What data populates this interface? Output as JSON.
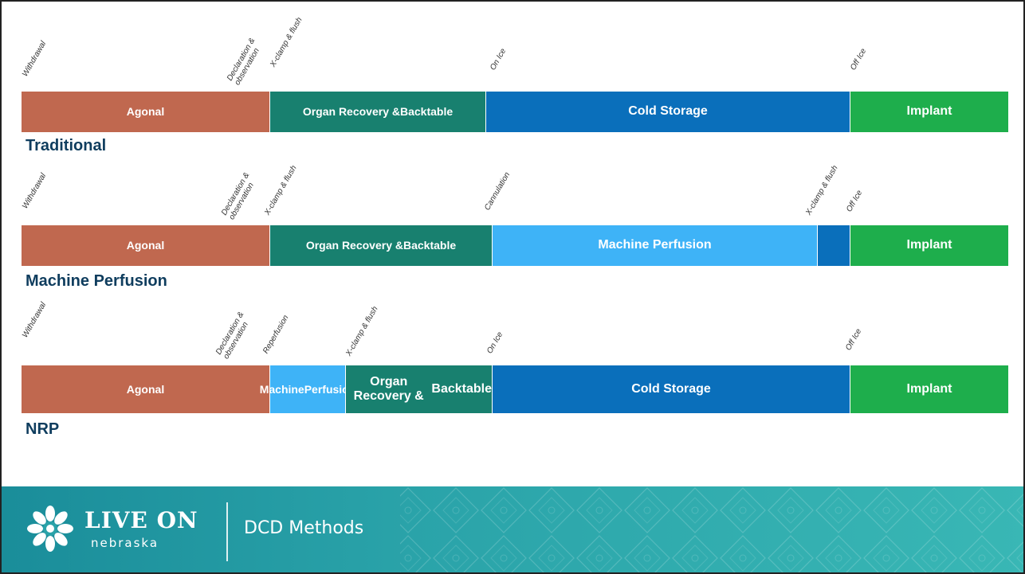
{
  "colors": {
    "agonal": "#c0684f",
    "organ_recovery": "#18806f",
    "cold_storage": "#0a6fbb",
    "machine_perfusion": "#3eb3f7",
    "implant": "#1eae4c",
    "row_label": "#0f3d5e",
    "footer": "#2aa3a9"
  },
  "rows": [
    {
      "label": "Traditional",
      "markers": [
        "Withdrawal",
        "Declaration &\nobservation",
        "X-clamp & flush",
        "On Ice",
        "Off Ice"
      ],
      "segments": [
        {
          "label": "Agonal",
          "color": "agonal"
        },
        {
          "label": "Organ Recovery &\nBacktable",
          "color": "organ_recovery"
        },
        {
          "label": "Cold Storage",
          "color": "cold_storage"
        },
        {
          "label": "Implant",
          "color": "implant"
        }
      ]
    },
    {
      "label": "Machine Perfusion",
      "markers": [
        "Withdrawal",
        "Declaration &\nobservation",
        "X-clamp & flush",
        "Cannulation",
        "X-clamp & flush",
        "Off Ice"
      ],
      "segments": [
        {
          "label": "Agonal",
          "color": "agonal"
        },
        {
          "label": "Organ Recovery &\nBacktable",
          "color": "organ_recovery"
        },
        {
          "label": "Machine Perfusion",
          "color": "machine_perfusion"
        },
        {
          "label": "",
          "color": "cold_storage"
        },
        {
          "label": "Implant",
          "color": "implant"
        }
      ]
    },
    {
      "label": "NRP",
      "markers": [
        "Withdrawal",
        "Declaration &\nobservation",
        "Reperfusion",
        "X-clamp & flush",
        "On Ice",
        "Off Ice"
      ],
      "segments": [
        {
          "label": "Agonal",
          "color": "agonal"
        },
        {
          "label": "Machine\nPerfusion",
          "color": "machine_perfusion"
        },
        {
          "label": "Organ Recovery &\nBacktable",
          "color": "organ_recovery"
        },
        {
          "label": "Cold Storage",
          "color": "cold_storage"
        },
        {
          "label": "Implant",
          "color": "implant"
        }
      ]
    }
  ],
  "footer": {
    "brand": "LIVE ON",
    "brand_sub": "nebraska",
    "title": "DCD Methods"
  }
}
